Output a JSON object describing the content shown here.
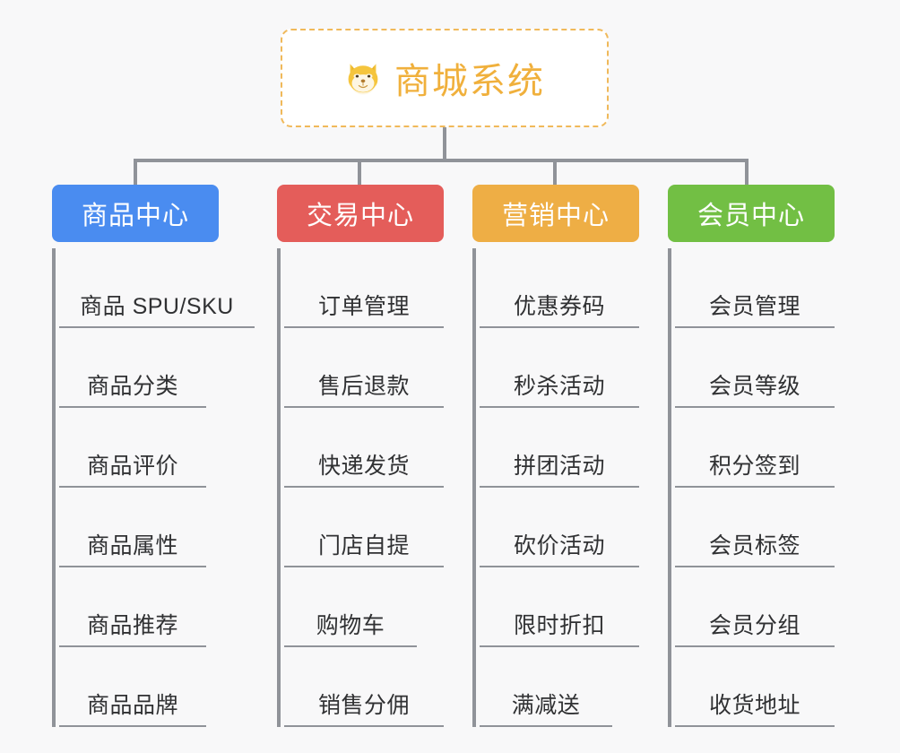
{
  "root": {
    "icon": "dog-face-icon",
    "title": "商城系统",
    "border_color": "#f0b95a",
    "text_color": "#f0b03c"
  },
  "connector_color": "#909399",
  "background_color": "#f8f8f9",
  "branches": [
    {
      "title": "商品中心",
      "color": "#4a8cf0",
      "items": [
        "商品 SPU/SKU",
        "商品分类",
        "商品评价",
        "商品属性",
        "商品推荐",
        "商品品牌"
      ]
    },
    {
      "title": "交易中心",
      "color": "#e45d5a",
      "items": [
        "订单管理",
        "售后退款",
        "快递发货",
        "门店自提",
        "购物车",
        "销售分佣"
      ]
    },
    {
      "title": "营销中心",
      "color": "#eeae45",
      "items": [
        "优惠券码",
        "秒杀活动",
        "拼团活动",
        "砍价活动",
        "限时折扣",
        "满减送"
      ]
    },
    {
      "title": "会员中心",
      "color": "#72bf44",
      "items": [
        "会员管理",
        "会员等级",
        "积分签到",
        "会员标签",
        "会员分组",
        "收货地址"
      ]
    }
  ]
}
